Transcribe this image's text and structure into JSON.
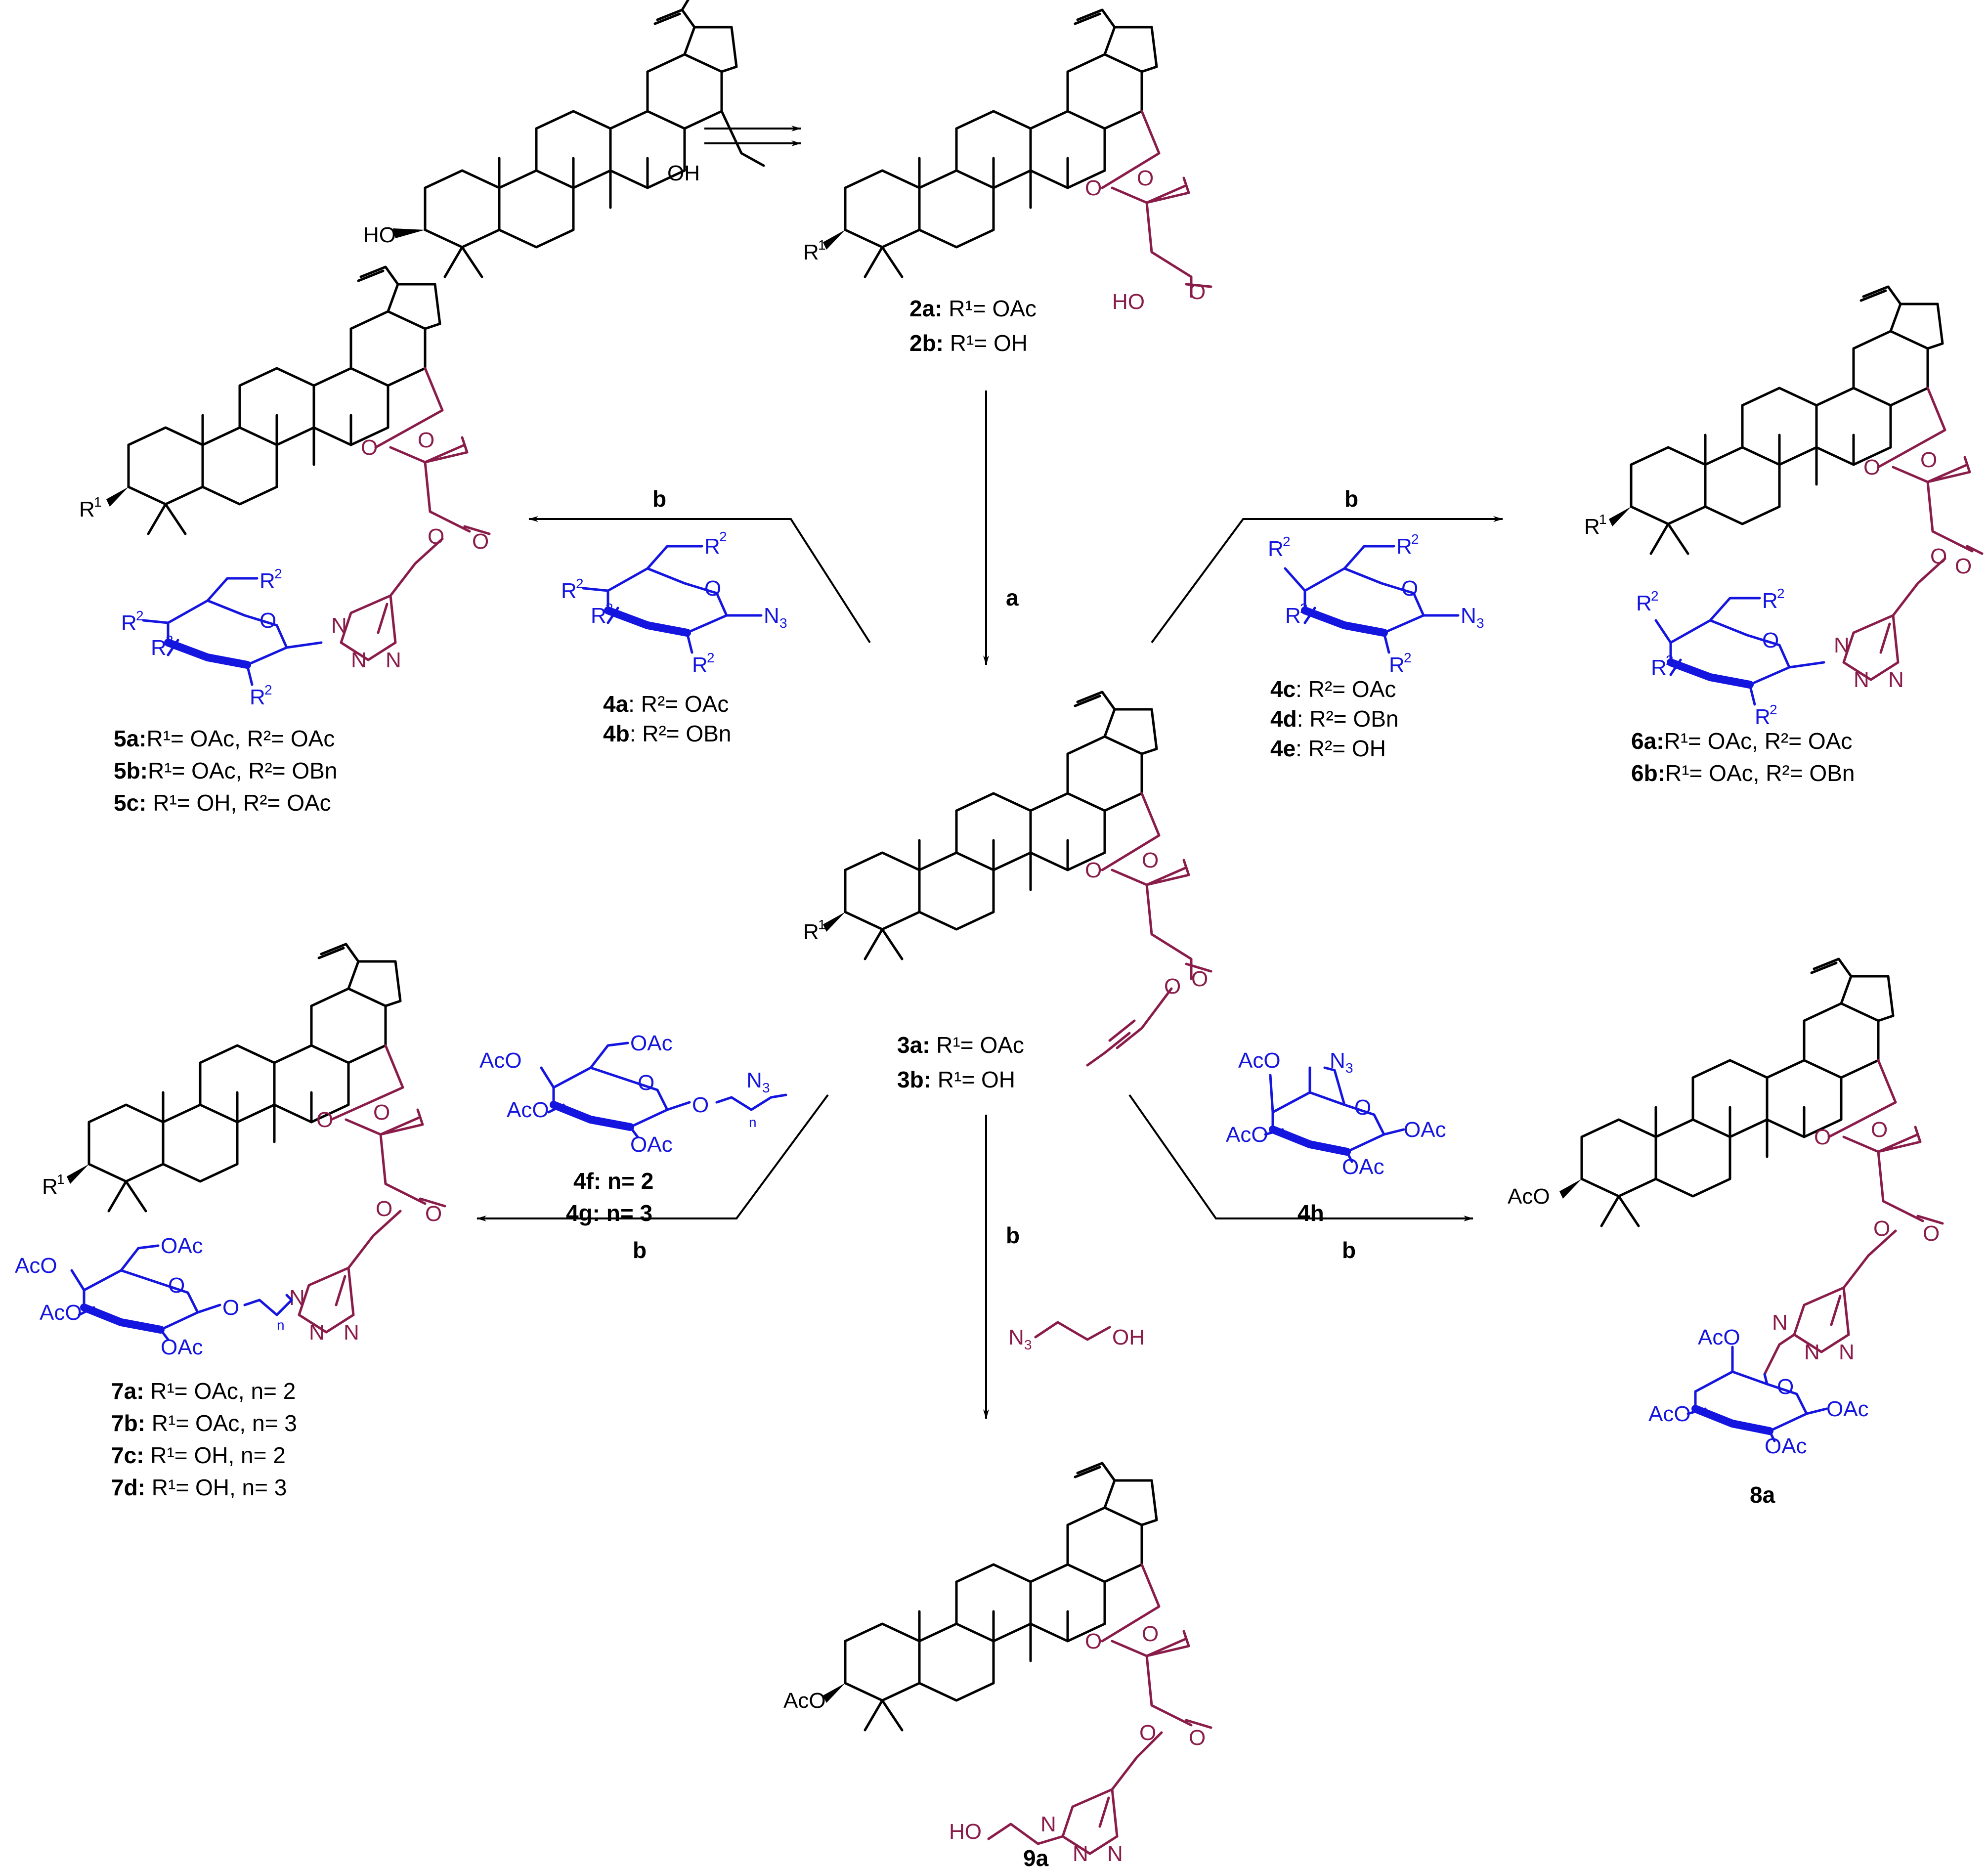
{
  "colors": {
    "skeleton": "#000000",
    "linker": "#8a1c4a",
    "sugar": "#1515e0"
  },
  "atoms": {
    "oh": "OH",
    "ho": "HO",
    "o": "O",
    "n": "N",
    "n3": "N",
    "sub3": "3",
    "r": "R",
    "sup1": "1",
    "sup2": "2",
    "aco": "AcO",
    "oac": "OAc",
    "ho_short": "HO",
    "n_sub": "n"
  },
  "steps": {
    "a": "a",
    "b": "b"
  },
  "labels": {
    "c2a": {
      "code": "2a:",
      "text": " R¹= OAc"
    },
    "c2b": {
      "code": "2b:",
      "text": " R¹= OH"
    },
    "c3a": {
      "code": "3a:",
      "text": " R¹= OAc"
    },
    "c3b": {
      "code": "3b:",
      "text": " R¹= OH"
    },
    "c4a": {
      "code": "4a",
      "text": ": R²= OAc"
    },
    "c4b": {
      "code": "4b",
      "text": ": R²= OBn"
    },
    "c4c": {
      "code": "4c",
      "text": ": R²= OAc"
    },
    "c4d": {
      "code": "4d",
      "text": ": R²= OBn"
    },
    "c4e": {
      "code": "4e",
      "text": ": R²= OH"
    },
    "c4f": {
      "code": "4f: n= 2"
    },
    "c4g": {
      "code": "4g: n= 3"
    },
    "c4h": {
      "code": "4h"
    },
    "c5a": {
      "code": "5a:",
      "text": "R¹= OAc, R²= OAc"
    },
    "c5b": {
      "code": "5b:",
      "text": "R¹= OAc, R²= OBn"
    },
    "c5c": {
      "code": "5c:",
      "text": " R¹= OH, R²= OAc"
    },
    "c6a": {
      "code": "6a:",
      "text": "R¹= OAc, R²= OAc"
    },
    "c6b": {
      "code": "6b:",
      "text": "R¹= OAc, R²= OBn"
    },
    "c7a": {
      "code": "7a:",
      "text": " R¹= OAc, n= 2"
    },
    "c7b": {
      "code": "7b:",
      "text": " R¹= OAc, n= 3"
    },
    "c7c": {
      "code": "7c:",
      "text": " R¹= OH, n= 2"
    },
    "c7d": {
      "code": "7d:",
      "text": " R¹= OH, n= 3"
    },
    "c8a": {
      "code": "8a"
    },
    "c9a": {
      "code": "9a"
    }
  }
}
